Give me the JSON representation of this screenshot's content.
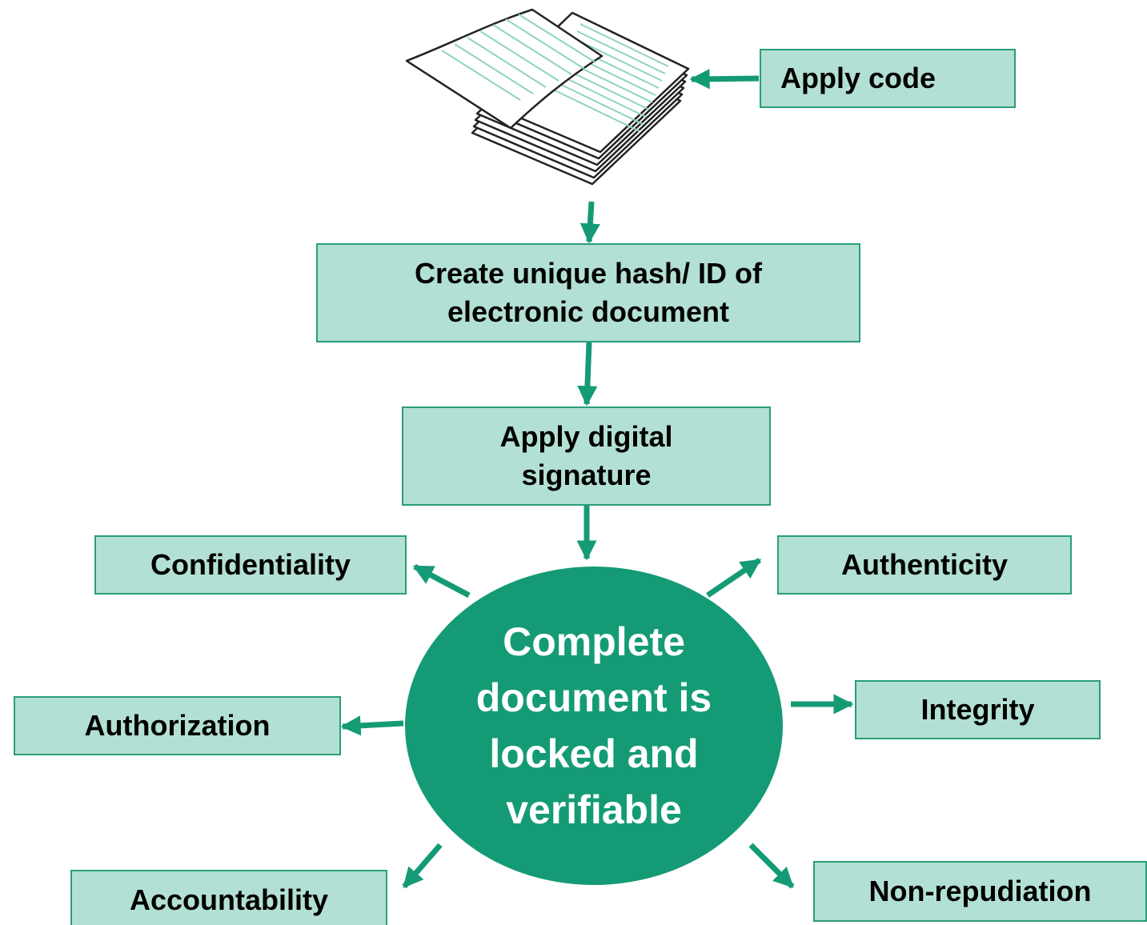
{
  "diagram": {
    "apply_code": "Apply code",
    "create_hash": "Create unique hash/ ID of electronic document",
    "apply_signature": "Apply digital signature",
    "center": "Complete document is locked and verifiable",
    "outcomes": {
      "confidentiality": "Confidentiality",
      "authenticity": "Authenticity",
      "authorization": "Authorization",
      "integrity": "Integrity",
      "accountability": "Accountability",
      "non_repudiation": "Non-repudiation"
    }
  },
  "colors": {
    "box_fill": "#b3e0d4",
    "box_border": "#2a9d7c",
    "circle_fill": "#149b75",
    "arrow": "#149b75",
    "doc_lines": "#8fd3c3"
  },
  "icons": {
    "document_stack": "document-stack-icon"
  }
}
